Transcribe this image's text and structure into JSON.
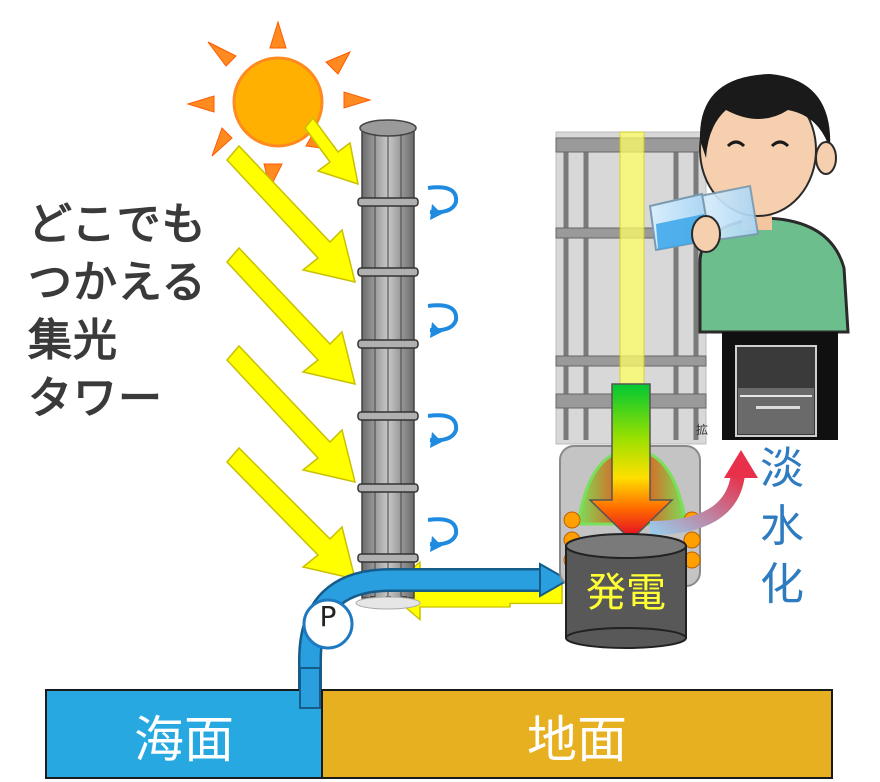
{
  "headline": {
    "line1": "どこでも",
    "line2": "つかえる",
    "line3": "集光",
    "line4": "タワー"
  },
  "generator_label": "発電",
  "pump_label": "P",
  "desalination": {
    "char1": "淡",
    "char2": "水",
    "char3": "化"
  },
  "sea_label": "海面",
  "ground_label": "地面",
  "diagram_small_label": "拡",
  "colors": {
    "sun": "#ffb000",
    "sun_rays": "#ff8a1f",
    "light_arrow": "#ffff00",
    "pipe": "#2a9fe0",
    "sea": "#27a8e0",
    "ground": "#e6b020",
    "desal_text": "#2e7bc0",
    "generator": "#5a5a5a",
    "generator_text": "#ffff33"
  }
}
